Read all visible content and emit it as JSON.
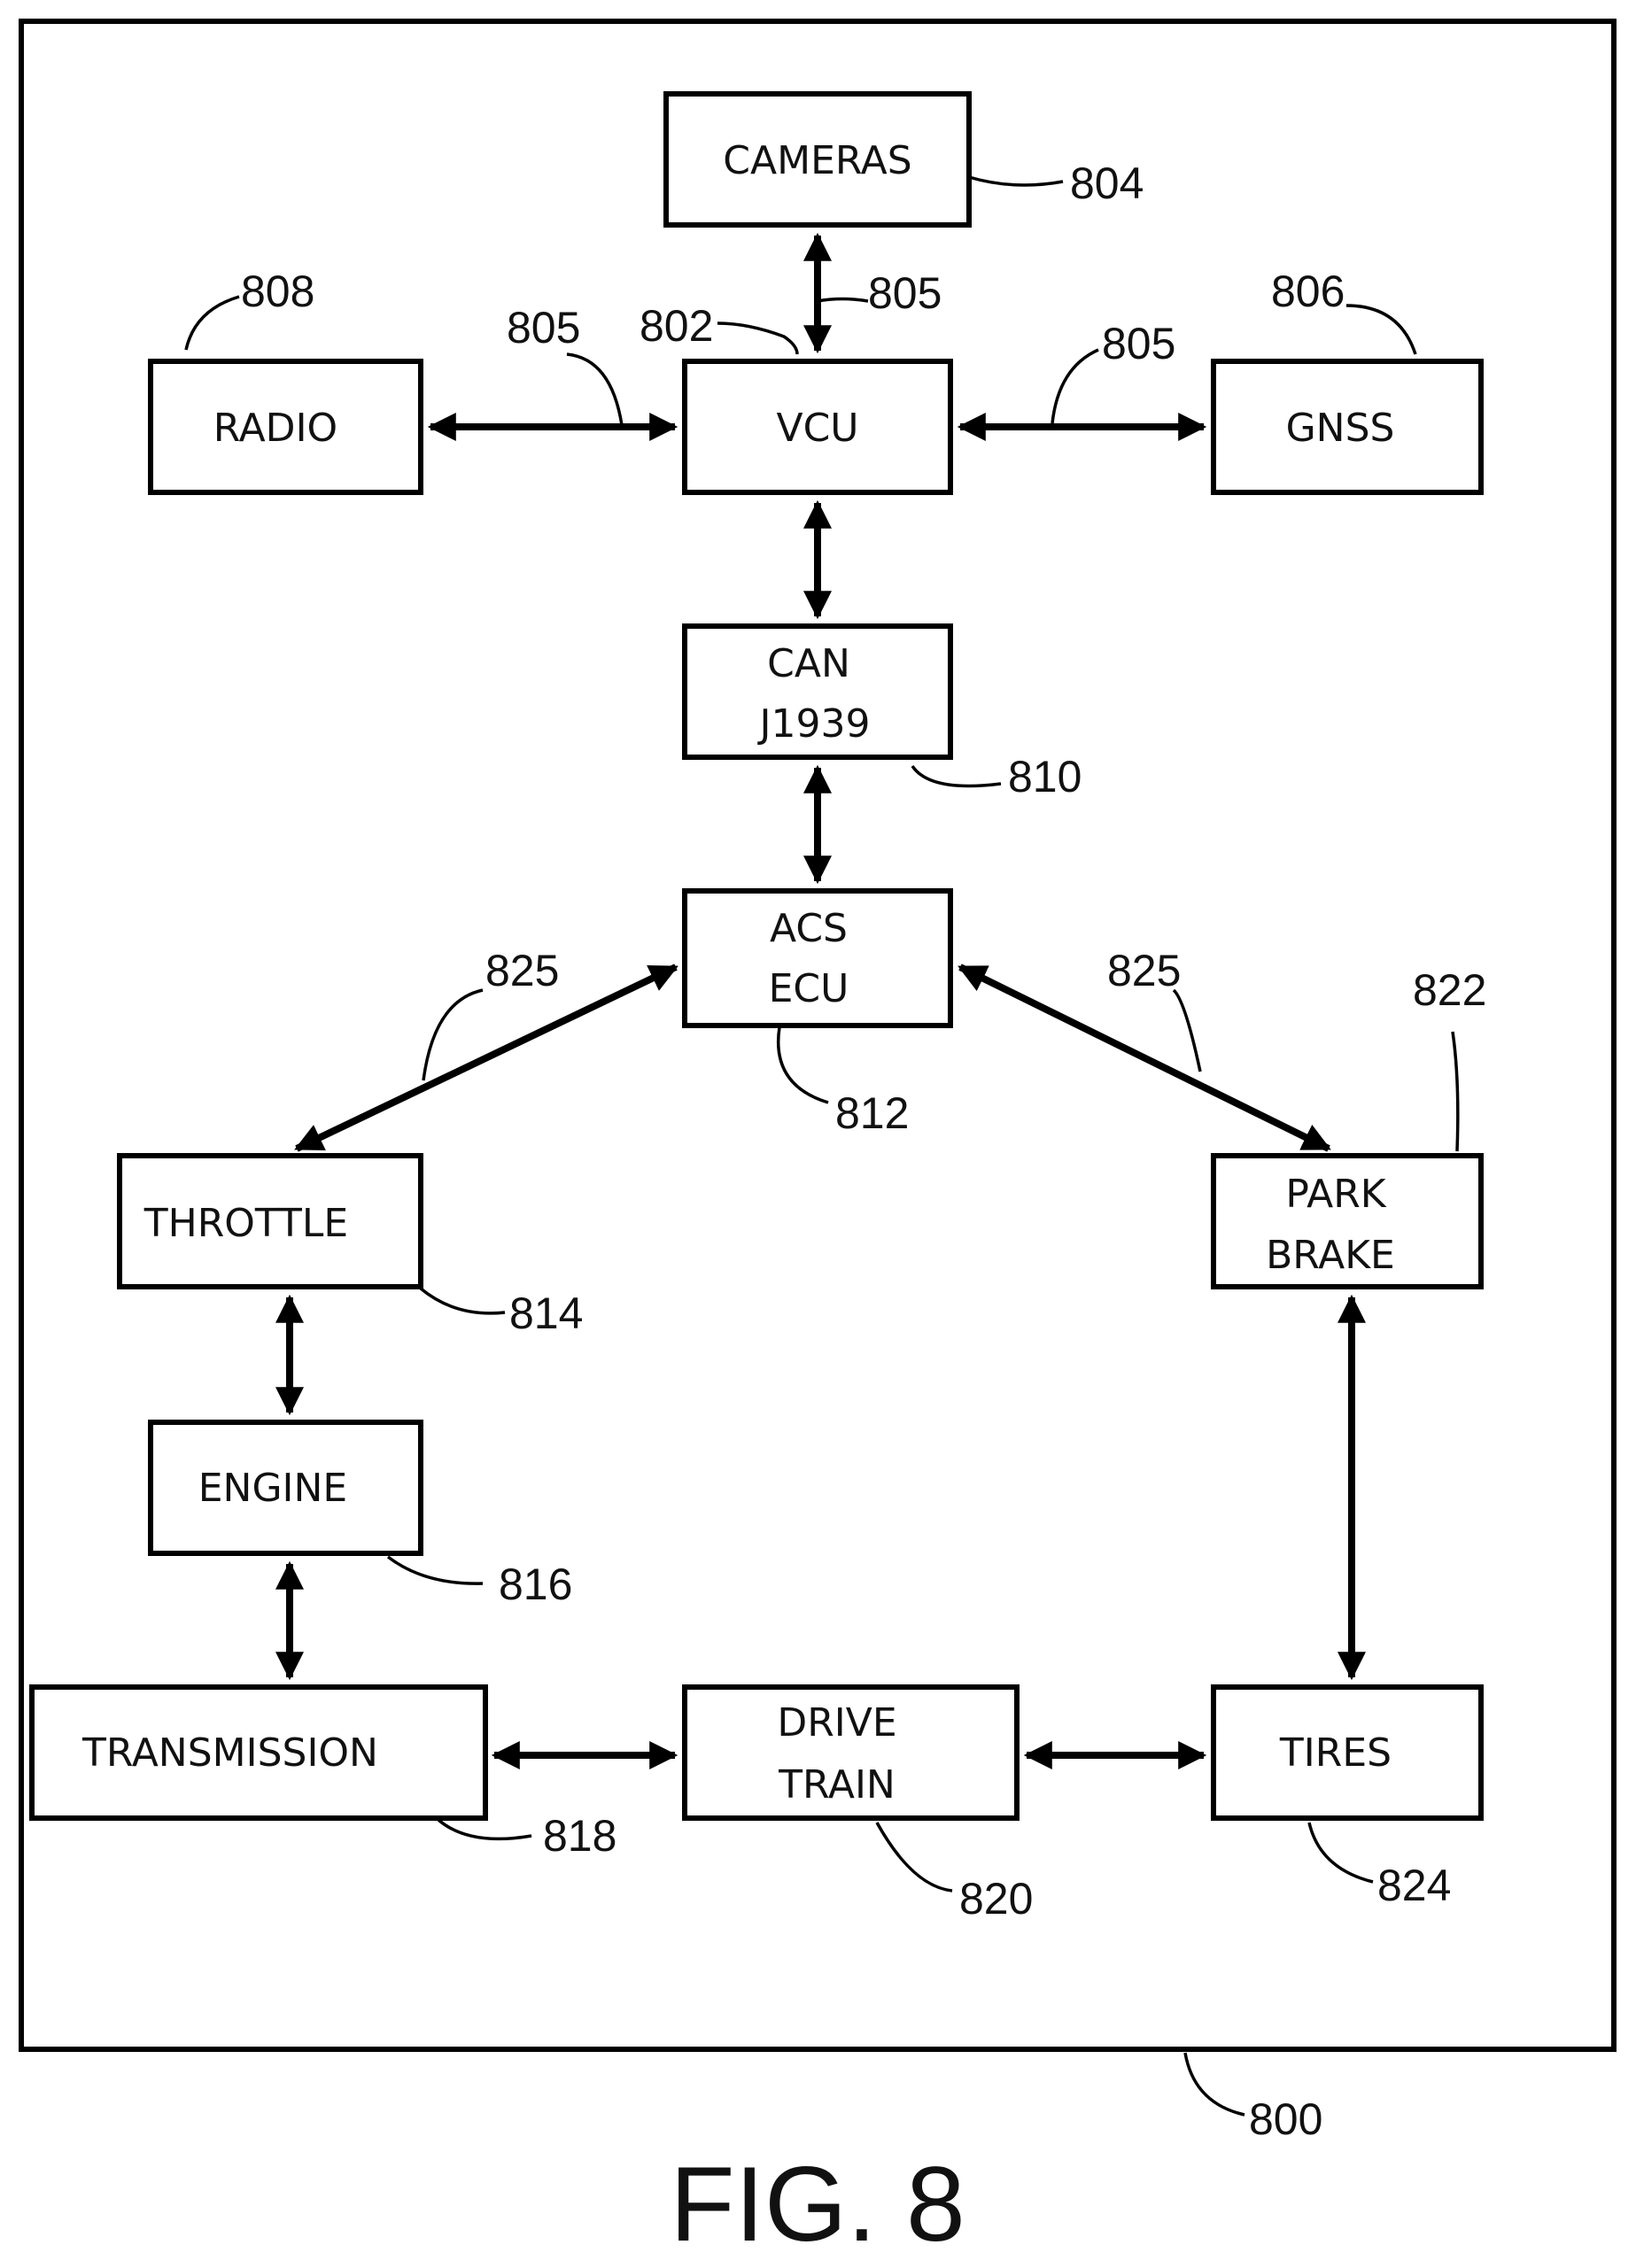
{
  "figure": {
    "caption": "FIG. 8",
    "system_ref": "800"
  },
  "blocks": {
    "cameras": {
      "lines": [
        "CAMERAS"
      ],
      "ref": "804"
    },
    "vcu": {
      "lines": [
        "VCU"
      ],
      "ref": "802"
    },
    "radio": {
      "lines": [
        "RADIO"
      ],
      "ref": "808"
    },
    "gnss": {
      "lines": [
        "GNSS"
      ],
      "ref": "806"
    },
    "can": {
      "lines": [
        "CAN",
        "J1939"
      ],
      "ref": "810"
    },
    "acs_ecu": {
      "lines": [
        "ACS",
        "ECU"
      ],
      "ref": "812"
    },
    "throttle": {
      "lines": [
        "THROTTLE"
      ],
      "ref": "814"
    },
    "park_brake": {
      "lines": [
        "PARK",
        "BRAKE"
      ],
      "ref": "822"
    },
    "engine": {
      "lines": [
        "ENGINE"
      ],
      "ref": "816"
    },
    "transmission": {
      "lines": [
        "TRANSMISSION"
      ],
      "ref": "818"
    },
    "drive_train": {
      "lines": [
        "DRIVE",
        "TRAIN"
      ],
      "ref": "820"
    },
    "tires": {
      "lines": [
        "TIRES"
      ],
      "ref": "824"
    }
  },
  "link_refs": {
    "camera_link": "805",
    "radio_link": "805",
    "gnss_link": "805",
    "throttle_link": "825",
    "park_brake_link": "825"
  }
}
